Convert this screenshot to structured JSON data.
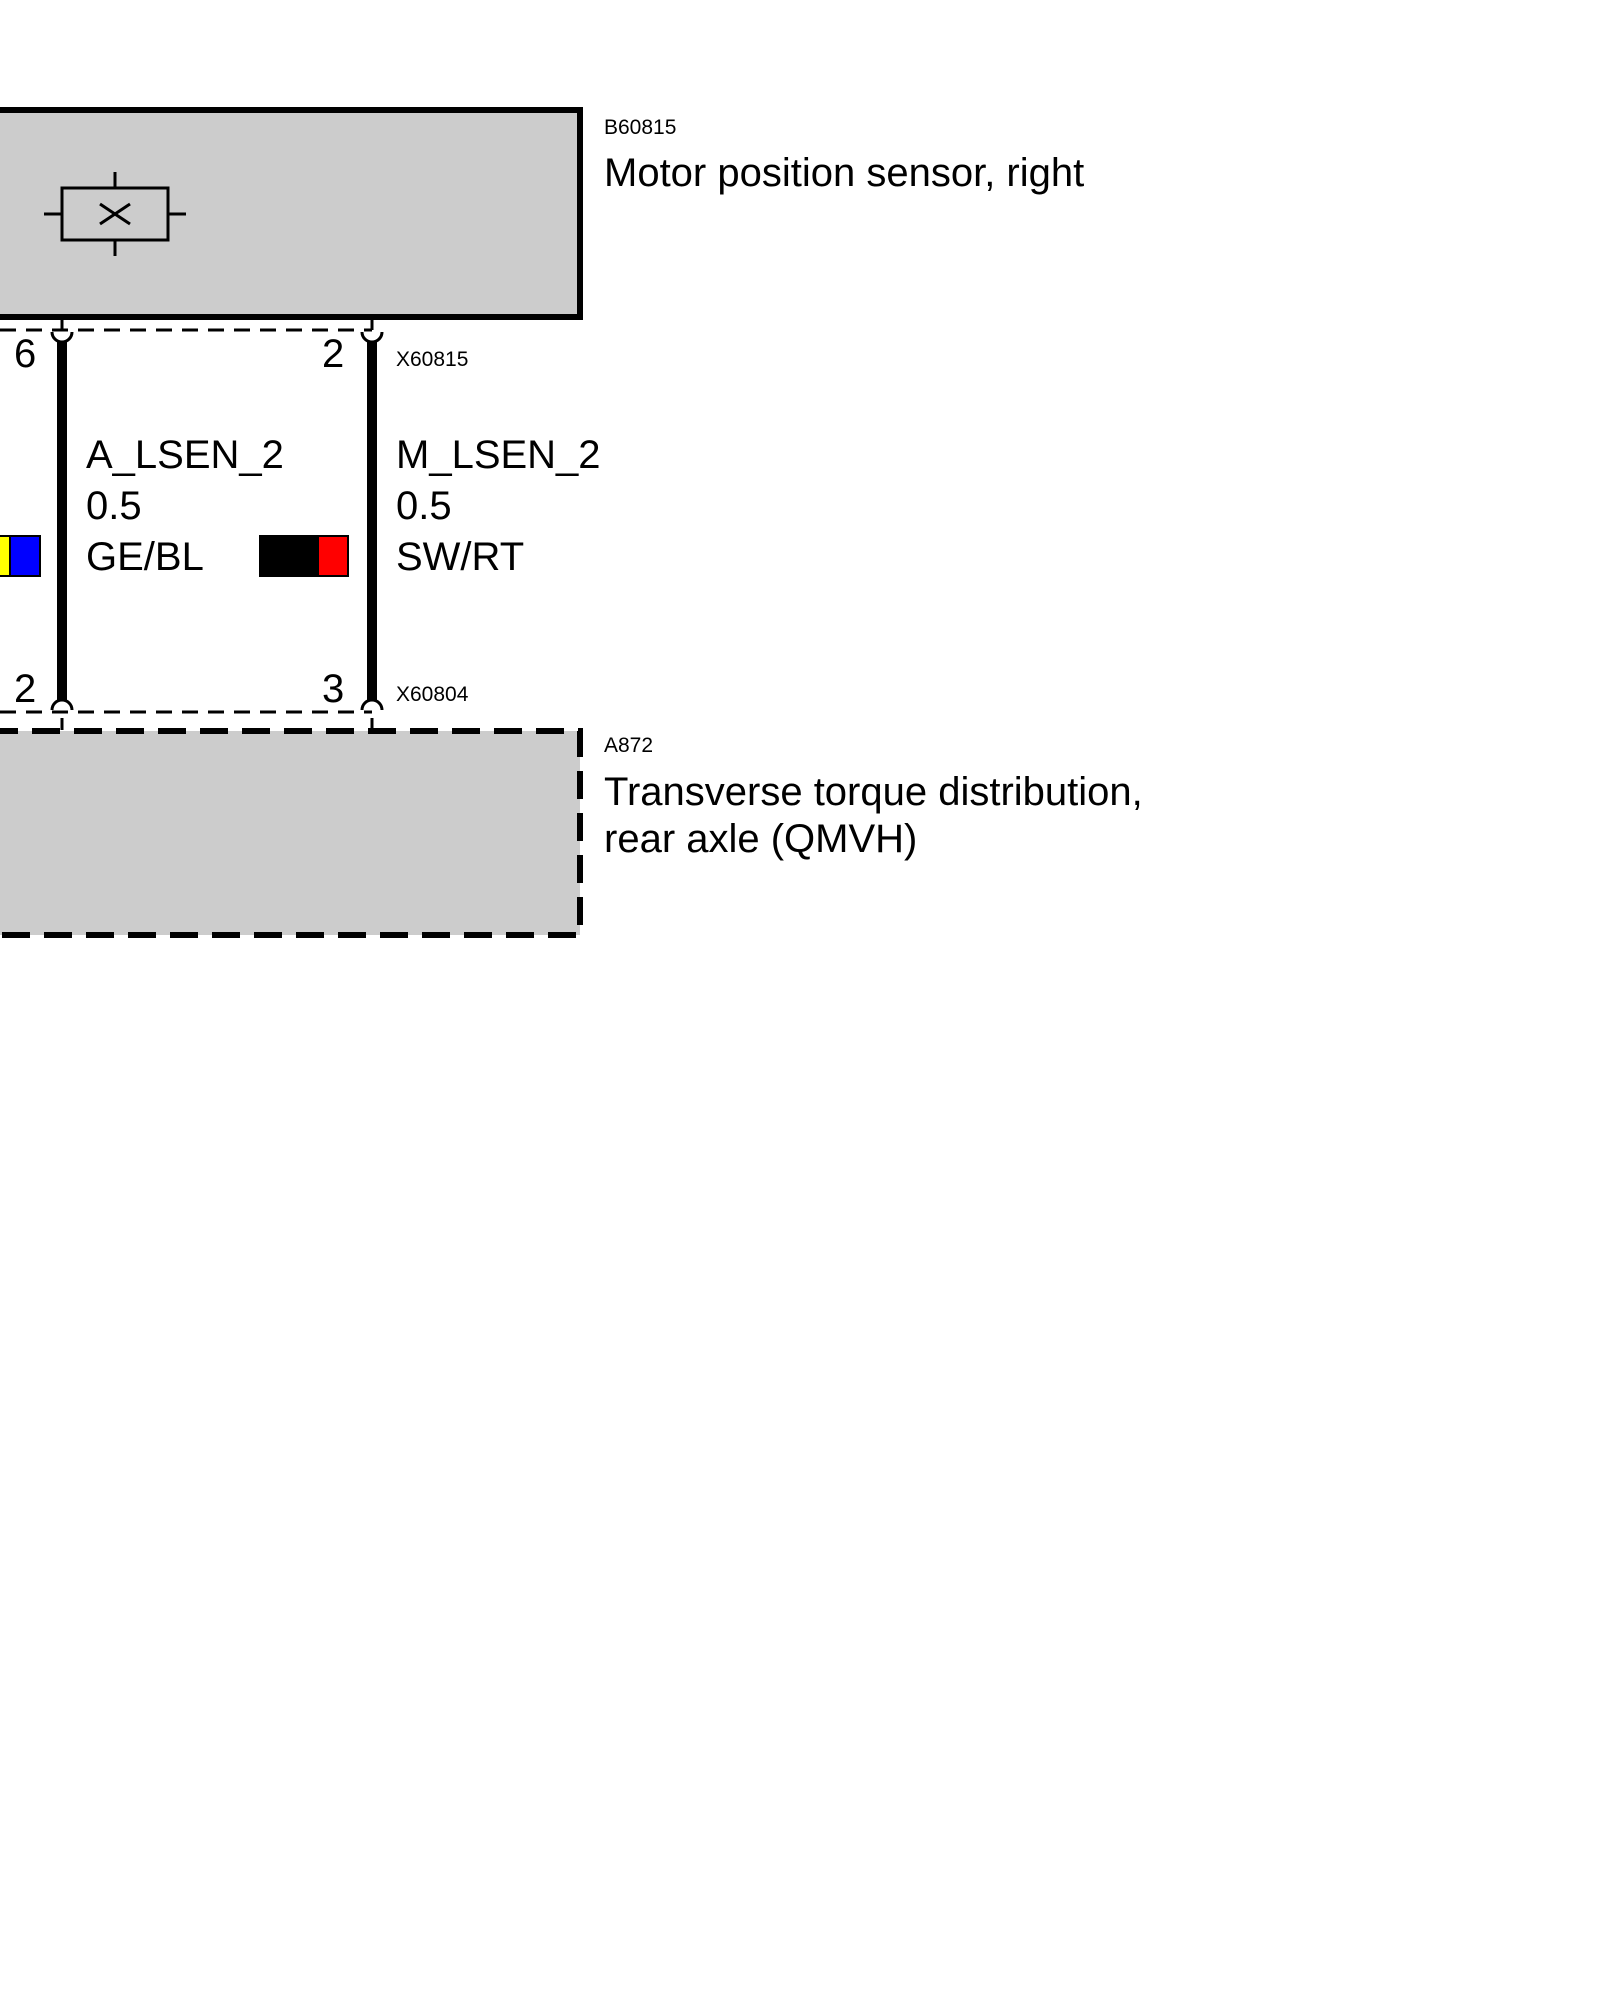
{
  "components": {
    "top": {
      "id": "B60815",
      "name": "Motor position sensor, right",
      "icon": "position-sensor-icon"
    },
    "bottom": {
      "id": "A872",
      "name_line1": "Transverse torque distribution,",
      "name_line2": "rear axle (QMVH)"
    }
  },
  "connectors": {
    "top": "X60815",
    "bottom": "X60804"
  },
  "pins": {
    "left_top": "6",
    "right_top": "2",
    "left_bottom": "2",
    "right_bottom": "3"
  },
  "wires": [
    {
      "signal": "A_LSEN_2",
      "gauge": "0.5",
      "color_code": "GE/BL",
      "colors": [
        "#ffff00",
        "#0000ff"
      ]
    },
    {
      "signal": "M_LSEN_2",
      "gauge": "0.5",
      "color_code": "SW/RT",
      "colors": [
        "#000000",
        "#ff0000"
      ]
    }
  ],
  "style": {
    "component_fill": "#cccccc",
    "line_color": "#000000"
  }
}
